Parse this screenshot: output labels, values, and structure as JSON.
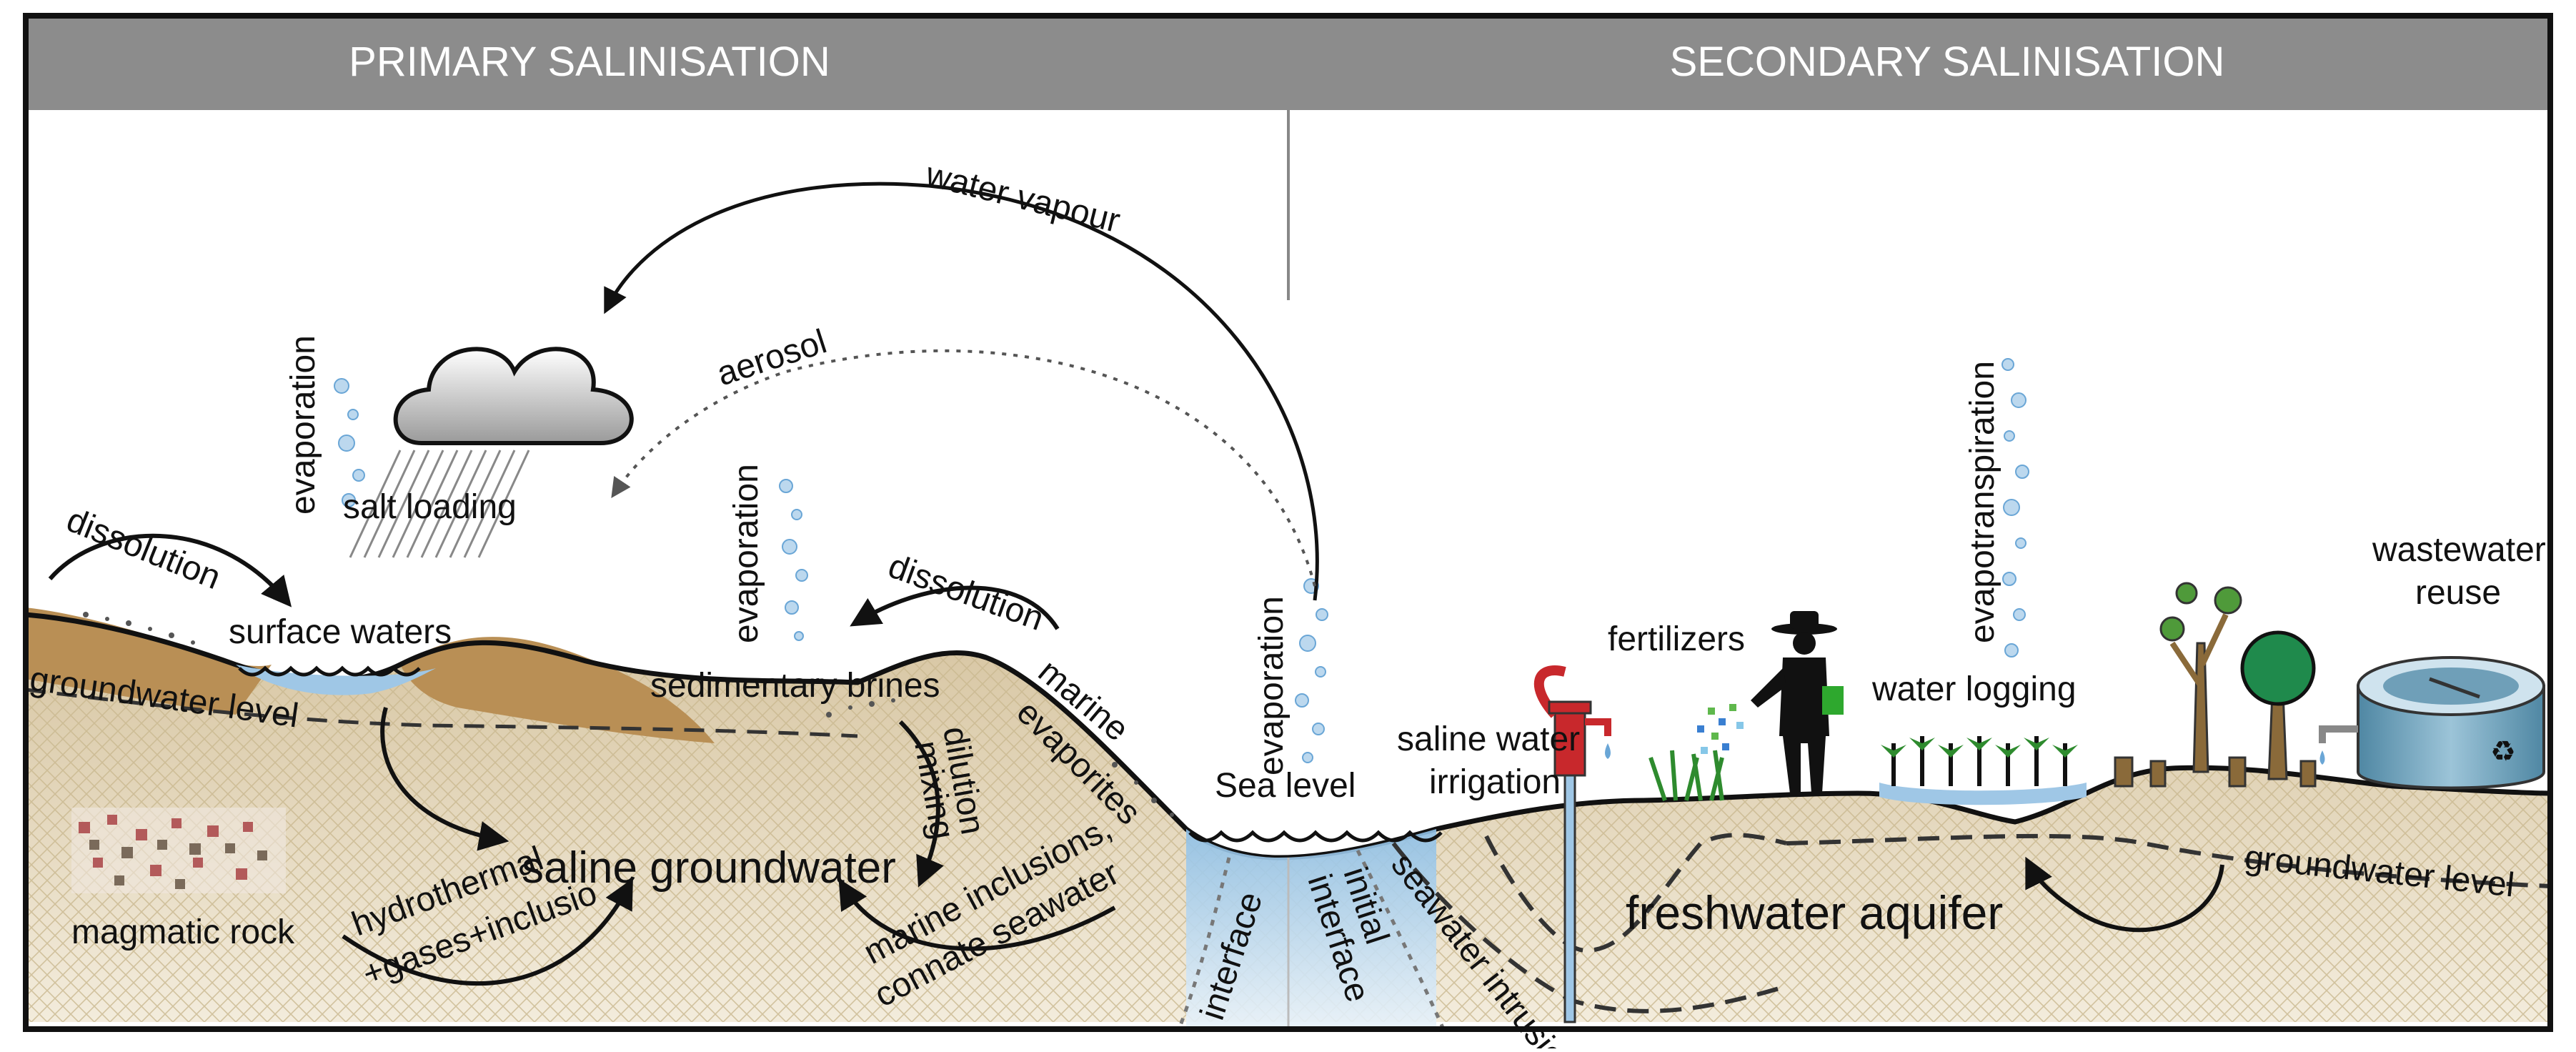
{
  "header": {
    "left_title": "PRIMARY SALINISATION",
    "right_title": "SECONDARY SALINISATION"
  },
  "labels": {
    "water_vapour": "water vapour",
    "aerosol": "aerosol",
    "evaporation_cloud": "evaporation",
    "salt_loading": "salt loading",
    "dissolution_left": "dissolution",
    "surface_waters": "surface waters",
    "groundwater_level_left": "groundwater level",
    "evaporation_brines": "evaporation",
    "dissolution_mid": "dissolution",
    "sedimentary_brines": "sedimentary brines",
    "marine_evaporites_1": "marine",
    "marine_evaporites_2": "evaporites",
    "dilution": "dilution",
    "mixing": "mixing",
    "saline_groundwater": "saline groundwater",
    "magmatic_rock": "magmatic rock",
    "hydrothermal": "hydrothermal",
    "gases_inclusio": "+gases+inclusio",
    "marine_inclusions": "marine inclusions,",
    "connate_seawater": "connate seawater",
    "interface": "interface",
    "evaporation_sea": "evaporation",
    "sea_level": "Sea level",
    "initial_interface_1": "initial",
    "initial_interface_2": "interface",
    "seawater_intrusion": "seawater intrusion",
    "saline_water_irrigation_1": "saline water",
    "saline_water_irrigation_2": "irrigation",
    "fertilizers": "fertilizers",
    "evapotranspiration": "evapotranspiration",
    "water_logging": "water logging",
    "wastewater_reuse_1": "wastewater",
    "wastewater_reuse_2": "reuse",
    "freshwater_aquifer": "freshwater aquifer",
    "groundwater_level_right": "groundwater level"
  },
  "colors": {
    "header_bg": "#8c8c8c",
    "soil_top": "#d6c4a0",
    "soil_bottom": "#efe6d0",
    "hill_brown": "#b98f55",
    "water_blue": "#9fc7e6",
    "sea_blue": "#7fb3dd",
    "droplet_blue": "#6aa6d6",
    "pump_red": "#c8282c",
    "plant_green": "#2e8b2e",
    "tank_blue": "#6f9fb8"
  }
}
